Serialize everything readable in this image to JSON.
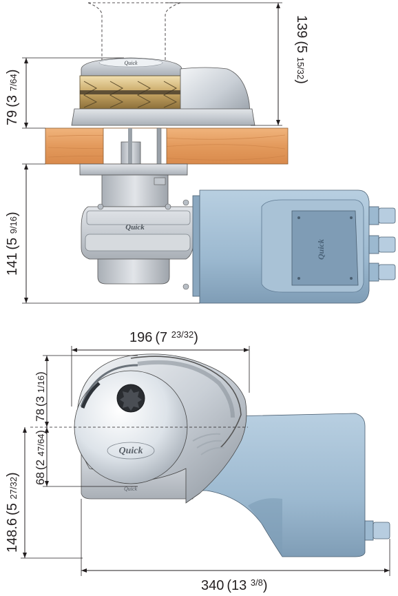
{
  "brand": {
    "logo_text": "Quick"
  },
  "side_view": {
    "dim_capstan_height": {
      "value": "139",
      "open": "(5 ",
      "frac": "15/32",
      "close": ")"
    },
    "dim_deck_to_top": {
      "value": "79",
      "open": "(3 ",
      "frac": "7/64",
      "close": ")"
    },
    "dim_below_deck": {
      "value": "141",
      "open": "(5 ",
      "frac": "9/16",
      "close": ")"
    }
  },
  "top_view": {
    "dim_width_gypsy": {
      "value": "196",
      "open": "(7 ",
      "frac": "23/32",
      "close": ")"
    },
    "dim_upper_radius": {
      "value": "78",
      "open": "(3 ",
      "frac": "1/16",
      "close": ")"
    },
    "dim_lower_radius": {
      "value": "68",
      "open": "(2 ",
      "frac": "47/64",
      "close": ")"
    },
    "dim_total_depth": {
      "value": "148.6",
      "open": "(5 ",
      "frac": "27/32",
      "close": ")"
    },
    "dim_total_length": {
      "value": "340",
      "open": "(13 ",
      "frac": "3/8",
      "close": ")"
    }
  },
  "colors": {
    "motor_blue": "#9fbcd3",
    "motor_blue_dark": "#6f8fa9",
    "deck_wood": "#e7a266",
    "gypsy_gold": "#d9bf86",
    "casting_grey": "#c9ced4",
    "dome_silver": "#e4e9ee"
  }
}
